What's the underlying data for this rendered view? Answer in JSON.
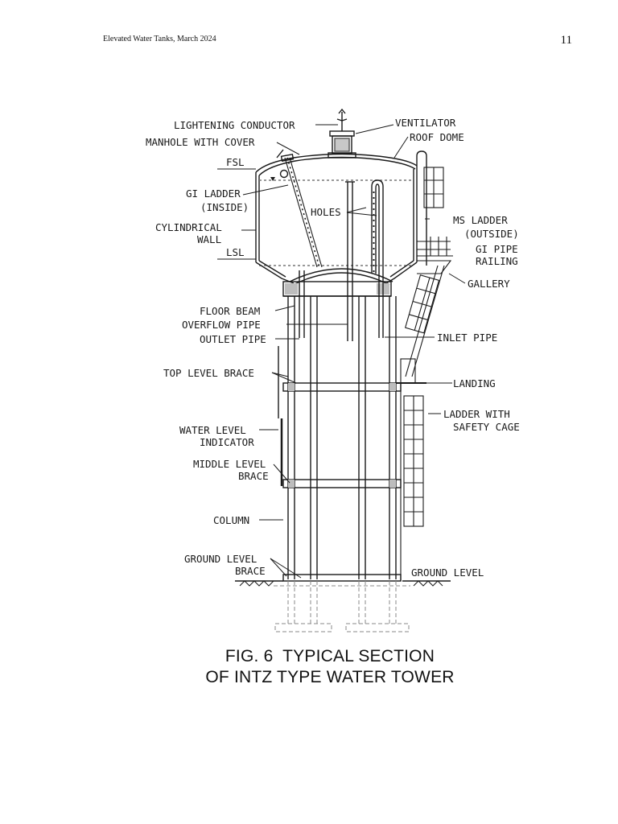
{
  "header": {
    "running_head": "Elevated Water Tanks, March 2024",
    "page_number": "11"
  },
  "figure": {
    "caption_line1": "FIG. 6  TYPICAL SECTION",
    "caption_line2": "OF INTZ TYPE WATER TOWER",
    "labels": {
      "lightening_conductor": "LIGHTENING CONDUCTOR",
      "manhole_with_cover": "MANHOLE WITH COVER",
      "fsl": "FSL",
      "gi_ladder_1": "GI LADDER",
      "gi_ladder_2": "(INSIDE)",
      "cylindrical_wall_1": "CYLINDRICAL",
      "cylindrical_wall_2": "WALL",
      "lsl": "LSL",
      "ventilator": "VENTILATOR",
      "roof_dome": "ROOF DOME",
      "holes": "HOLES",
      "ms_ladder_1": "MS LADDER",
      "ms_ladder_2": "(OUTSIDE)",
      "gi_pipe_1": "GI PIPE",
      "gi_pipe_2": "RAILING",
      "gallery": "GALLERY",
      "floor_beam": "FLOOR BEAM",
      "overflow_pipe": "OVERFLOW PIPE",
      "outlet_pipe": "OUTLET PIPE",
      "inlet_pipe": "INLET PIPE",
      "top_level_brace": "TOP LEVEL BRACE",
      "landing": "LANDING",
      "water_level_1": "WATER LEVEL",
      "water_level_2": "INDICATOR",
      "ladder_cage_1": "LADDER WITH",
      "ladder_cage_2": "SAFETY CAGE",
      "middle_brace_1": "MIDDLE LEVEL",
      "middle_brace_2": "BRACE",
      "column": "COLUMN",
      "ground_brace_1": "GROUND LEVEL",
      "ground_brace_2": "BRACE",
      "ground_level": "GROUND LEVEL"
    }
  }
}
